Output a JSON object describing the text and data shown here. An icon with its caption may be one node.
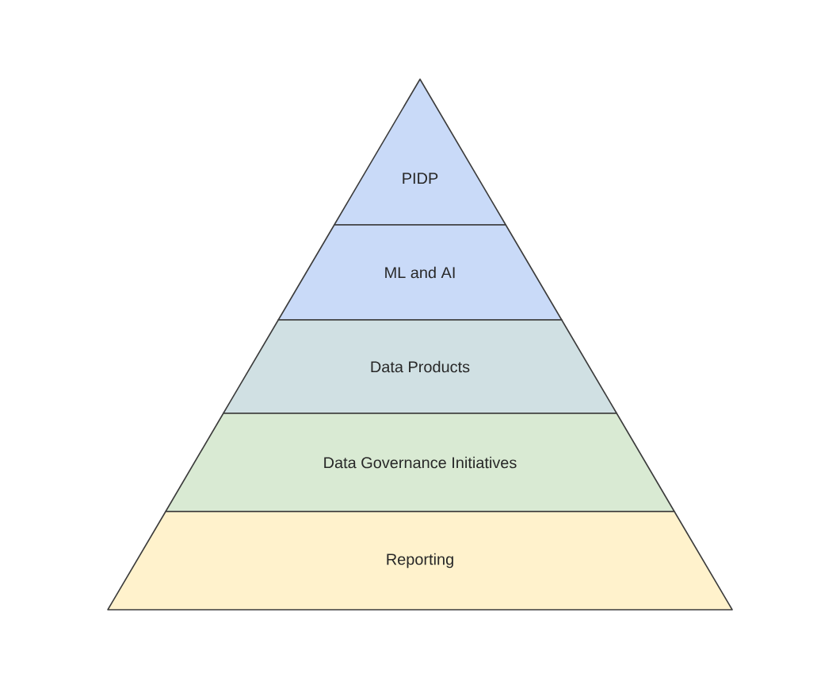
{
  "diagram": {
    "nodes": [
      {
        "text": [
          "PIDP"
        ]
      },
      {
        "text": [
          "ML and AI"
        ]
      },
      {
        "text": [
          "Data Products"
        ]
      },
      {
        "text": [
          "Data Governance Initiatives"
        ]
      },
      {
        "text": [
          "Reporting"
        ]
      }
    ]
  }
}
